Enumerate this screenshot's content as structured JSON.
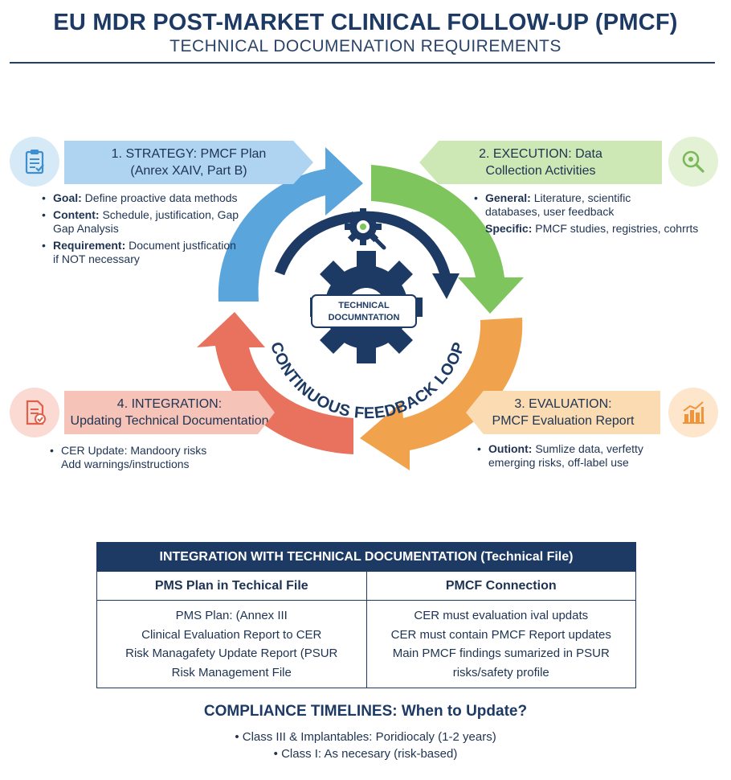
{
  "header": {
    "title": "EU MDR POST-MARKET CLINICAL FOLLOW-UP (PMCF)",
    "subtitle": "TECHNICAL DOCUMENATION REQUIREMENTS"
  },
  "cycle": {
    "center_label_line1": "TECHNICAL",
    "center_label_line2": "DOCUMNTATION",
    "loop_label": "CONTINUOUS FEEDBACK LOOP",
    "colors": {
      "blue": "#5aa5dc",
      "green": "#7ec55e",
      "orange": "#f0a24c",
      "red": "#e8725d",
      "navy": "#1d3a64"
    }
  },
  "steps": [
    {
      "icon": "clipboard-icon",
      "title_line1": "1. STRATEGY: PMCF Plan",
      "title_line2": "(Anrex XAIV, Part B)",
      "bullets": [
        {
          "label": "Goal:",
          "text": "Define proactive data methods"
        },
        {
          "label": "Content:",
          "text": "Schedule, justification, Gap",
          "text2": "Gap Analysis"
        },
        {
          "label": "Requirement:",
          "text": "Document justfication",
          "text2": "if NOT necessary"
        }
      ]
    },
    {
      "icon": "magnifier-icon",
      "title_line1": "2. EXECUTION: Data",
      "title_line2": "Collection Activities",
      "bullets": [
        {
          "label": "General:",
          "text": "Literature, scientific",
          "text2": "databases, user feedback"
        },
        {
          "label": "Specific:",
          "text": "PMCF studies, registries, cohrrts"
        }
      ]
    },
    {
      "icon": "bar-chart-icon",
      "title_line1": "3. EVALUATION:",
      "title_line2": "PMCF Evaluation Report",
      "bullets": [
        {
          "label": "Outiont:",
          "text": "Sumlize data, verfetty",
          "text2": "emerging risks, off-label use"
        }
      ]
    },
    {
      "icon": "document-check-icon",
      "title_line1": "4. INTEGRATION:",
      "title_line2": "Updating Technical Documentation",
      "bullets": [
        {
          "label": "",
          "text": "CER Update: Mandoory risks",
          "text2": "Add warnings/instructions"
        }
      ]
    }
  ],
  "integration_table": {
    "title": "INTEGRATION WITH TECHNICAL DOCUMENTATION (Technical File)",
    "col1_header": "PMS Plan in Techical File",
    "col2_header": "PMCF Connection",
    "col1_rows": [
      "PMS Plan: (Annex III",
      "Clinical Evaluation Report to CER",
      "Risk Managafety Update Report (PSUR",
      "Risk Management File"
    ],
    "col2_rows": [
      "CER must evaluation ival updats",
      "CER must contain PMCF Report updates",
      "Main PMCF findings sumarized in PSUR",
      "risks/safety profile"
    ]
  },
  "timelines": {
    "title": "COMPLIANCE TIMELINES: When to Update?",
    "items": [
      "• Class III & Implantables: Poridiocaly (1-2 years)",
      "• Class I: As necesary (risk-based)"
    ]
  }
}
